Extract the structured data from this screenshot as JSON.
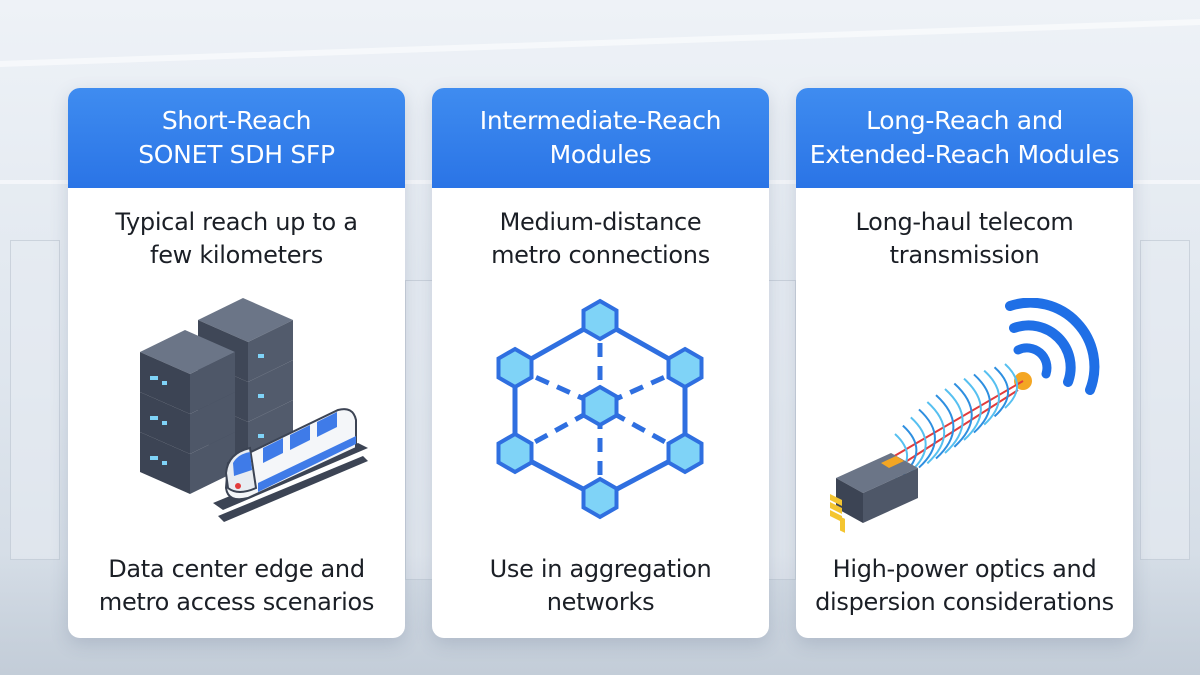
{
  "cards": [
    {
      "title_lines": [
        "Short-Reach",
        "SONET SDH SFP"
      ],
      "top_lines": [
        "Typical reach up to a",
        "few kilometers"
      ],
      "bottom_lines": [
        "Data center edge and",
        "metro access scenarios"
      ],
      "illustration": "servers-and-train-icon"
    },
    {
      "title_lines": [
        "Intermediate-Reach",
        "Modules"
      ],
      "top_lines": [
        "Medium-distance",
        "metro connections"
      ],
      "bottom_lines": [
        "Use in aggregation",
        "networks"
      ],
      "illustration": "hexagon-network-icon"
    },
    {
      "title_lines": [
        "Long-Reach and",
        "Extended-Reach Modules"
      ],
      "top_lines": [
        "Long-haul telecom",
        "transmission"
      ],
      "bottom_lines": [
        "High-power optics and",
        "dispersion considerations"
      ],
      "illustration": "optical-transceiver-signal-icon"
    }
  ],
  "colors": {
    "header_blue": "#2f7ae8",
    "network_blue": "#2f6fe0",
    "node_fill": "#7fd3f7",
    "server_dark": "#4a5363",
    "signal_orange": "#f4a623",
    "laser_red": "#e23b3b"
  }
}
